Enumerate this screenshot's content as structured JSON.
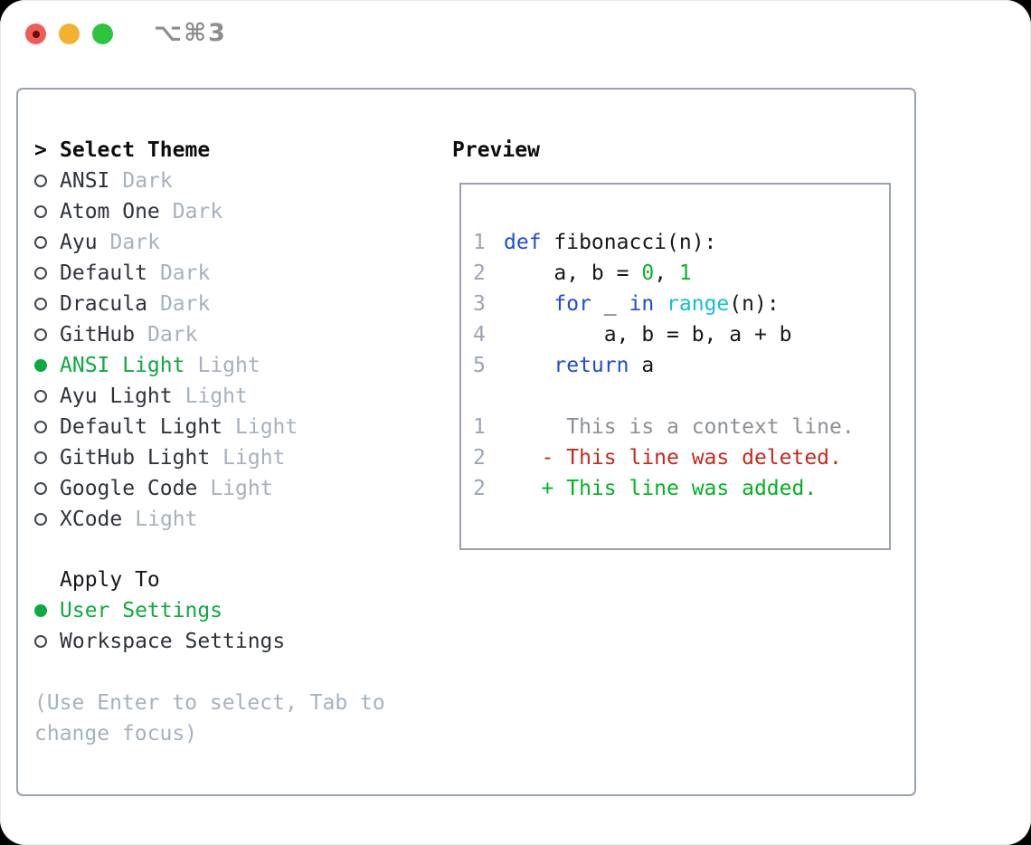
{
  "window": {
    "title": "⌥⌘3",
    "traffic_lights": {
      "red": "#f25c54",
      "red_dot": "#5e100b",
      "yellow": "#f2b12f",
      "green": "#2ec53e"
    }
  },
  "colors": {
    "selection_green": "#0daa40",
    "border_gray": "#9aa2ae",
    "muted_gray": "#a7b1bd"
  },
  "theme_panel": {
    "header": {
      "prefix": ">",
      "label": "Select Theme"
    },
    "themes": [
      {
        "name": "ANSI",
        "variant": "Dark",
        "selected": false
      },
      {
        "name": "Atom One",
        "variant": "Dark",
        "selected": false
      },
      {
        "name": "Ayu",
        "variant": "Dark",
        "selected": false
      },
      {
        "name": "Default",
        "variant": "Dark",
        "selected": false
      },
      {
        "name": "Dracula",
        "variant": "Dark",
        "selected": false
      },
      {
        "name": "GitHub",
        "variant": "Dark",
        "selected": false
      },
      {
        "name": "ANSI Light",
        "variant": "Light",
        "selected": true
      },
      {
        "name": "Ayu Light",
        "variant": "Light",
        "selected": false
      },
      {
        "name": "Default Light",
        "variant": "Light",
        "selected": false
      },
      {
        "name": "GitHub Light",
        "variant": "Light",
        "selected": false
      },
      {
        "name": "Google Code",
        "variant": "Light",
        "selected": false
      },
      {
        "name": "XCode",
        "variant": "Light",
        "selected": false
      }
    ],
    "apply_to": {
      "label": "Apply To",
      "options": [
        {
          "name": "User Settings",
          "selected": true
        },
        {
          "name": "Workspace Settings",
          "selected": false
        }
      ]
    },
    "help_text": "(Use Enter to select, Tab to change focus)"
  },
  "preview": {
    "label": "Preview",
    "colors": {
      "keyword": "#1e4cd6",
      "builtin": "#12c3c7",
      "number": "#0ab32b",
      "text": "#16181c",
      "context": "#8b9096",
      "deleted": "#c5291c",
      "added": "#00b51f",
      "lineno": "#9ba5b3"
    },
    "lines": [
      {
        "num": "1",
        "segments": [
          {
            "text": "def",
            "color": "keyword"
          },
          {
            "text": " fibonacci(n):",
            "color": "text"
          }
        ]
      },
      {
        "num": "2",
        "segments": [
          {
            "text": "    a, b = ",
            "color": "text"
          },
          {
            "text": "0",
            "color": "number"
          },
          {
            "text": ", ",
            "color": "text"
          },
          {
            "text": "1",
            "color": "number"
          }
        ]
      },
      {
        "num": "3",
        "segments": [
          {
            "text": "    ",
            "color": "text"
          },
          {
            "text": "for",
            "color": "keyword"
          },
          {
            "text": " _ ",
            "color": "text"
          },
          {
            "text": "in",
            "color": "keyword"
          },
          {
            "text": " ",
            "color": "text"
          },
          {
            "text": "range",
            "color": "builtin"
          },
          {
            "text": "(n):",
            "color": "text"
          }
        ]
      },
      {
        "num": "4",
        "segments": [
          {
            "text": "        a, b = b, a + b",
            "color": "text"
          }
        ]
      },
      {
        "num": "5",
        "segments": [
          {
            "text": "    ",
            "color": "text"
          },
          {
            "text": "return",
            "color": "keyword"
          },
          {
            "text": " a",
            "color": "text"
          }
        ]
      },
      {
        "num": "",
        "segments": []
      },
      {
        "num": "1",
        "segments": [
          {
            "text": "     This is a context line.",
            "color": "context"
          }
        ]
      },
      {
        "num": "2",
        "segments": [
          {
            "text": "   - This line was deleted.",
            "color": "deleted"
          }
        ]
      },
      {
        "num": "2",
        "segments": [
          {
            "text": "   + This line was added.",
            "color": "added"
          }
        ]
      }
    ]
  }
}
